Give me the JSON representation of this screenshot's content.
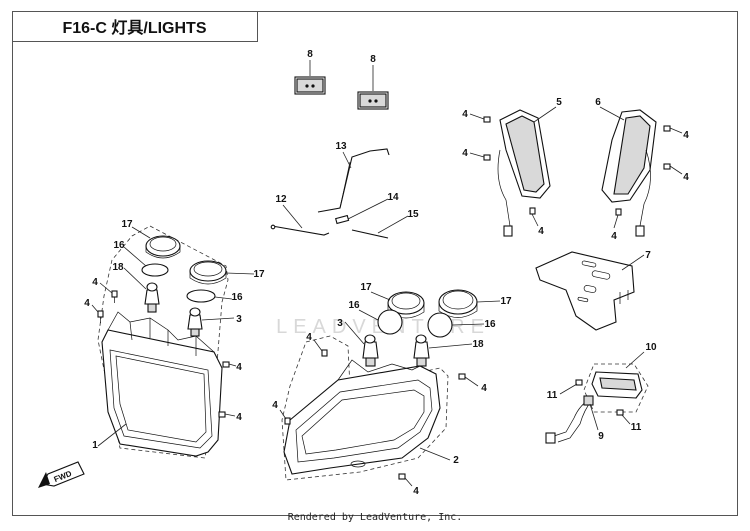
{
  "header": {
    "title": "F16-C  灯具/LIGHTS"
  },
  "footer": {
    "credit": "Rendered by LeadVenture, Inc."
  },
  "watermark": {
    "text": "LEADVENTURE"
  },
  "badge": {
    "text": "FWD"
  },
  "callouts": {
    "c1": "1",
    "c2": "2",
    "c3a": "3",
    "c3b": "3",
    "c4a": "4",
    "c4b": "4",
    "c4c": "4",
    "c4d": "4",
    "c4e": "4",
    "c4f": "4",
    "c4g": "4",
    "c4h": "4",
    "c4i": "4",
    "c4j": "4",
    "c4k": "4",
    "c4l": "4",
    "c4m": "4",
    "c5": "5",
    "c6": "6",
    "c7": "7",
    "c8a": "8",
    "c8b": "8",
    "c9": "9",
    "c10": "10",
    "c11a": "11",
    "c11b": "11",
    "c12": "12",
    "c13": "13",
    "c14": "14",
    "c15": "15",
    "c16a": "16",
    "c16b": "16",
    "c16c": "16",
    "c16d": "16",
    "c17a": "17",
    "c17b": "17",
    "c17c": "17",
    "c17d": "17",
    "c18a": "18",
    "c18b": "18"
  },
  "colors": {
    "line": "#111111",
    "frame": "#555555",
    "watermark": "#d8d8d8"
  }
}
